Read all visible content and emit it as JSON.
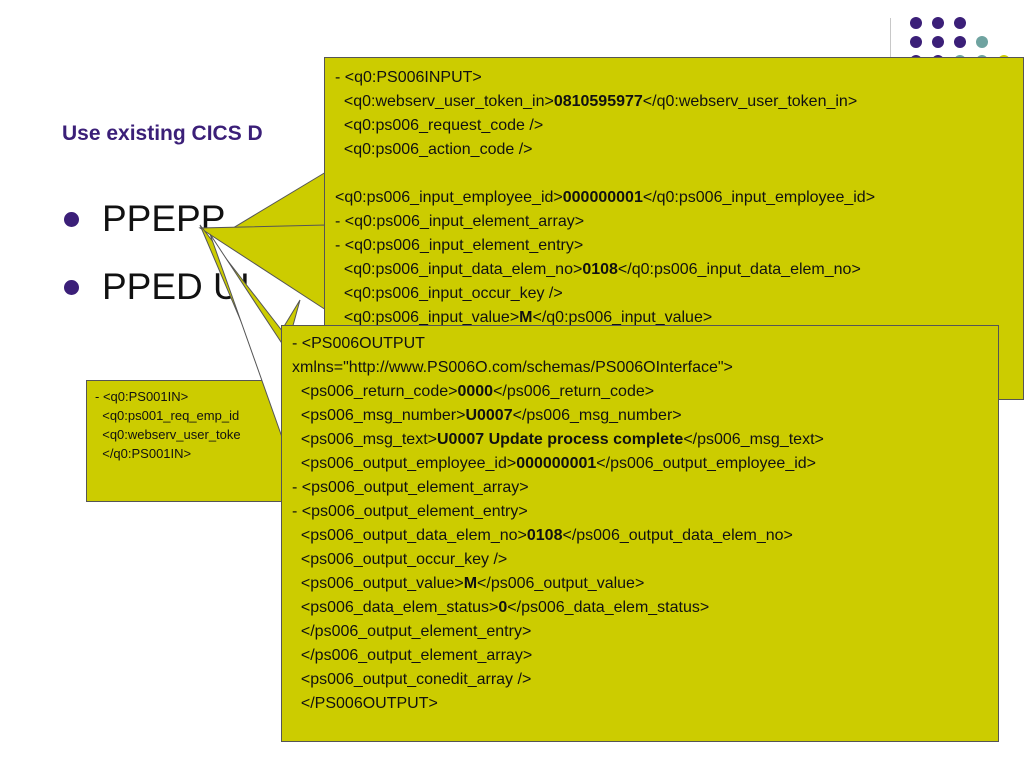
{
  "slide": {
    "title": "Use existing CICS D",
    "bullets": [
      "PPEPP",
      "PPED UI"
    ]
  },
  "callouts": {
    "ps001_in": {
      "lines": [
        "- <q0:PS001IN>",
        "  <q0:ps001_req_emp_id",
        "  <q0:webserv_user_toke",
        "  </q0:PS001IN>"
      ]
    },
    "ps006_input": {
      "lines": [
        {
          "pre": "- <q0:PS006INPUT>",
          "bold": "",
          "post": ""
        },
        {
          "pre": "  <q0:webserv_user_token_in>",
          "bold": "0810595977",
          "post": "</q0:webserv_user_token_in>"
        },
        {
          "pre": "  <q0:ps006_request_code />",
          "bold": "",
          "post": ""
        },
        {
          "pre": "  <q0:ps006_action_code />",
          "bold": "",
          "post": ""
        },
        {
          "pre": "",
          "bold": "",
          "post": ""
        },
        {
          "pre": "<q0:ps006_input_employee_id>",
          "bold": "000000001",
          "post": "</q0:ps006_input_employee_id>"
        },
        {
          "pre": "- <q0:ps006_input_element_array>",
          "bold": "",
          "post": ""
        },
        {
          "pre": "- <q0:ps006_input_element_entry>",
          "bold": "",
          "post": ""
        },
        {
          "pre": "  <q0:ps006_input_data_elem_no>",
          "bold": "0108",
          "post": "</q0:ps006_input_data_elem_no>"
        },
        {
          "pre": "  <q0:ps006_input_occur_key />",
          "bold": "",
          "post": ""
        },
        {
          "pre": "  <q0:ps006_input_value>",
          "bold": "M",
          "post": "</q0:ps006_input_value>"
        }
      ]
    },
    "ps006_output": {
      "lines": [
        {
          "pre": "- <PS006OUTPUT",
          "bold": "",
          "post": ""
        },
        {
          "pre": "xmlns=\"http://www.PS006O.com/schemas/PS006OInterface\">",
          "bold": "",
          "post": ""
        },
        {
          "pre": "  <ps006_return_code>",
          "bold": "0000",
          "post": "</ps006_return_code>"
        },
        {
          "pre": "  <ps006_msg_number>",
          "bold": "U0007",
          "post": "</ps006_msg_number>"
        },
        {
          "pre": "  <ps006_msg_text>",
          "bold": "U0007 Update process complete",
          "post": "</ps006_msg_text>"
        },
        {
          "pre": "  <ps006_output_employee_id>",
          "bold": "000000001",
          "post": "</ps006_output_employee_id>"
        },
        {
          "pre": "- <ps006_output_element_array>",
          "bold": "",
          "post": ""
        },
        {
          "pre": "- <ps006_output_element_entry>",
          "bold": "",
          "post": ""
        },
        {
          "pre": "  <ps006_output_data_elem_no>",
          "bold": "0108",
          "post": "</ps006_output_data_elem_no>"
        },
        {
          "pre": "  <ps006_output_occur_key />",
          "bold": "",
          "post": ""
        },
        {
          "pre": "  <ps006_output_value>",
          "bold": "M",
          "post": "</ps006_output_value>"
        },
        {
          "pre": "  <ps006_data_elem_status>",
          "bold": "0",
          "post": "</ps006_data_elem_status>"
        },
        {
          "pre": "  </ps006_output_element_entry>",
          "bold": "",
          "post": ""
        },
        {
          "pre": "  </ps006_output_element_array>",
          "bold": "",
          "post": ""
        },
        {
          "pre": "  <ps006_output_conedit_array />",
          "bold": "",
          "post": ""
        },
        {
          "pre": "  </PS006OUTPUT>",
          "bold": "",
          "post": ""
        }
      ]
    }
  },
  "colors": {
    "title": "#3b1f78",
    "callout_fill": "#cccc00",
    "dot_purple": "#3b1f78",
    "dot_teal": "#6fa3a0",
    "dot_yellow": "#cccc00"
  }
}
